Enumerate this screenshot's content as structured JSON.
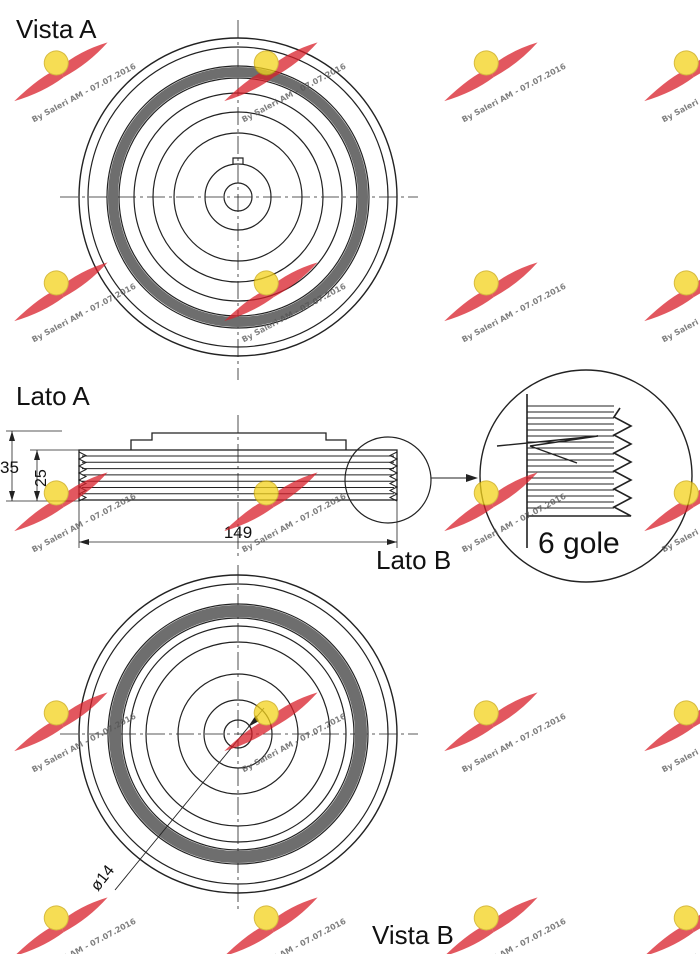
{
  "labels": {
    "vista_a": "Vista A",
    "lato_a": "Lato A",
    "lato_b": "Lato B",
    "vista_b": "Vista B",
    "grooves": "6 gole"
  },
  "dimensions": {
    "overall_width": "149",
    "overall_height": "35",
    "belt_height": "25",
    "bore_diameter": "ø14"
  },
  "watermark": {
    "text": "By Saleri AM - 07.07.2016",
    "wing_color": "#d9202a",
    "badge_color": "#f4d21c"
  },
  "colors": {
    "line": "#222222",
    "ring_fill": "#6e6e6e"
  }
}
